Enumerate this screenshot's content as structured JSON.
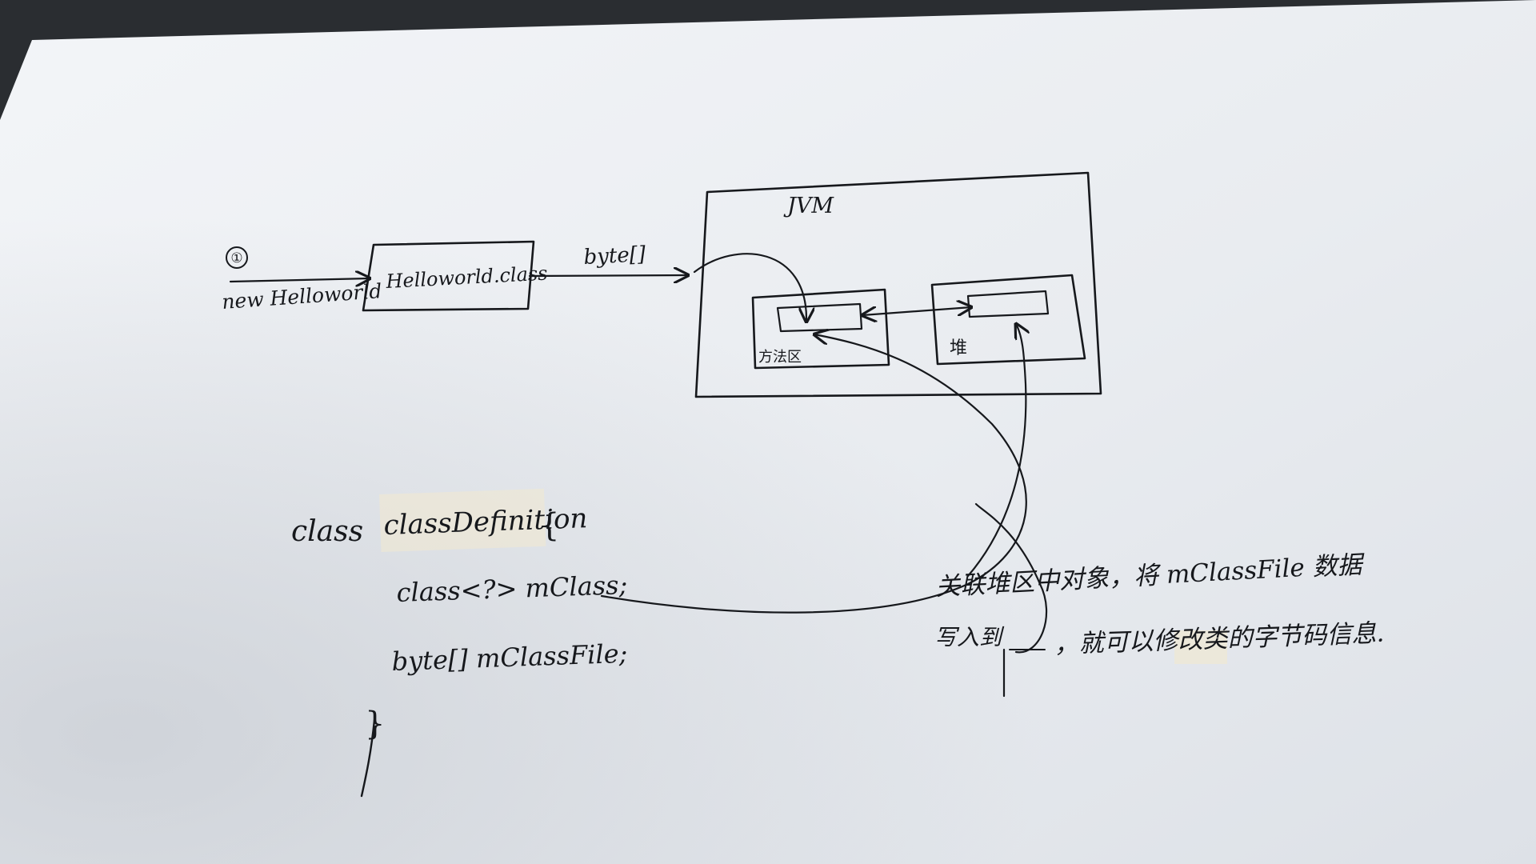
{
  "diagram": {
    "step_marker": "①",
    "new_label": "new Helloworld",
    "class_file_box": "Helloworld.class",
    "arrow_label": "byte[]",
    "jvm_label": "JVM",
    "method_area_label": "方法区",
    "heap_label": "堆"
  },
  "code": {
    "line1_keyword": "class",
    "line1_name": "classDefinition",
    "line1_brace": "{",
    "line2": "class<?> mClass;",
    "line3": "byte[]  mClassFile;",
    "line4": "}"
  },
  "note": {
    "line1": "关联堆区中对象，将 mClassFile 数据",
    "line2_left": "写入到",
    "line2_right": "，就可以修改类的字节码信息."
  },
  "colors": {
    "ink": "#16181c",
    "paper": "#eef0f3",
    "paper_shadow": "#cfd3da",
    "background": "#2a2d31",
    "highlight": "#f2e9cf"
  }
}
